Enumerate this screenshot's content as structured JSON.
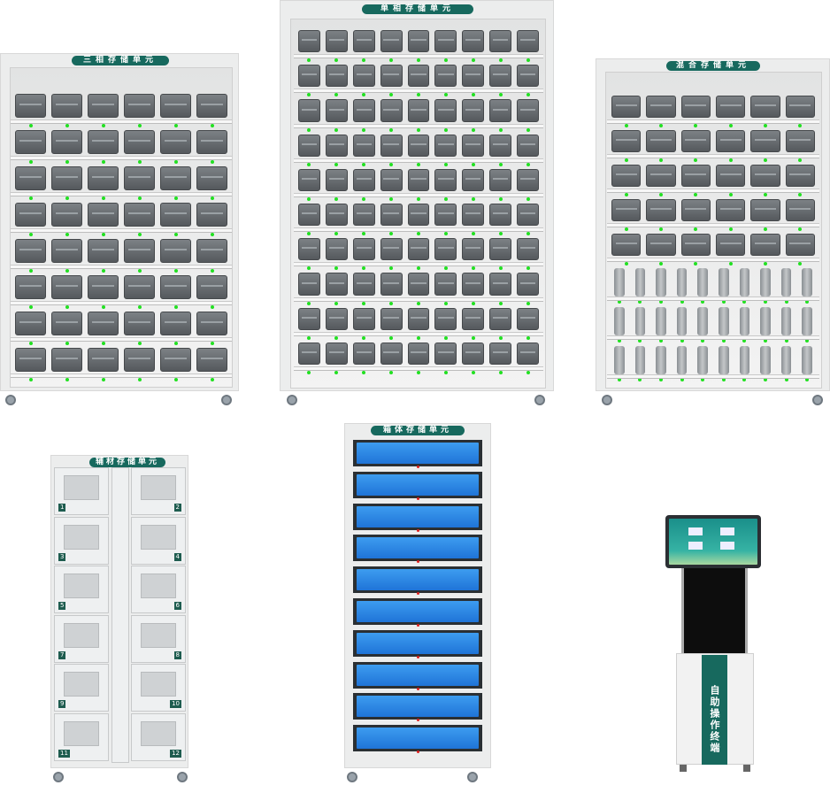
{
  "cabinets": {
    "three_phase": {
      "label": "三相存储单元",
      "rows": 8,
      "cols": 6
    },
    "single_phase": {
      "label": "单相存储单元",
      "rows": 10,
      "cols": 9
    },
    "mixed": {
      "label": "混合存储单元",
      "meter_rows": 5,
      "meter_cols": 6,
      "device_rows": 3,
      "device_cols": 10
    },
    "auxiliary": {
      "label": "辅材存储单元",
      "door_numbers": [
        "1",
        "2",
        "3",
        "4",
        "5",
        "6",
        "7",
        "8",
        "9",
        "10",
        "11",
        "12"
      ]
    },
    "box": {
      "label": "箱体存储单元",
      "drawers": 10
    }
  },
  "kiosk": {
    "label": "自助操作终端"
  },
  "colors": {
    "brand": "#17695e",
    "led_on": "#22e022",
    "drawer": "#1f74d8"
  }
}
